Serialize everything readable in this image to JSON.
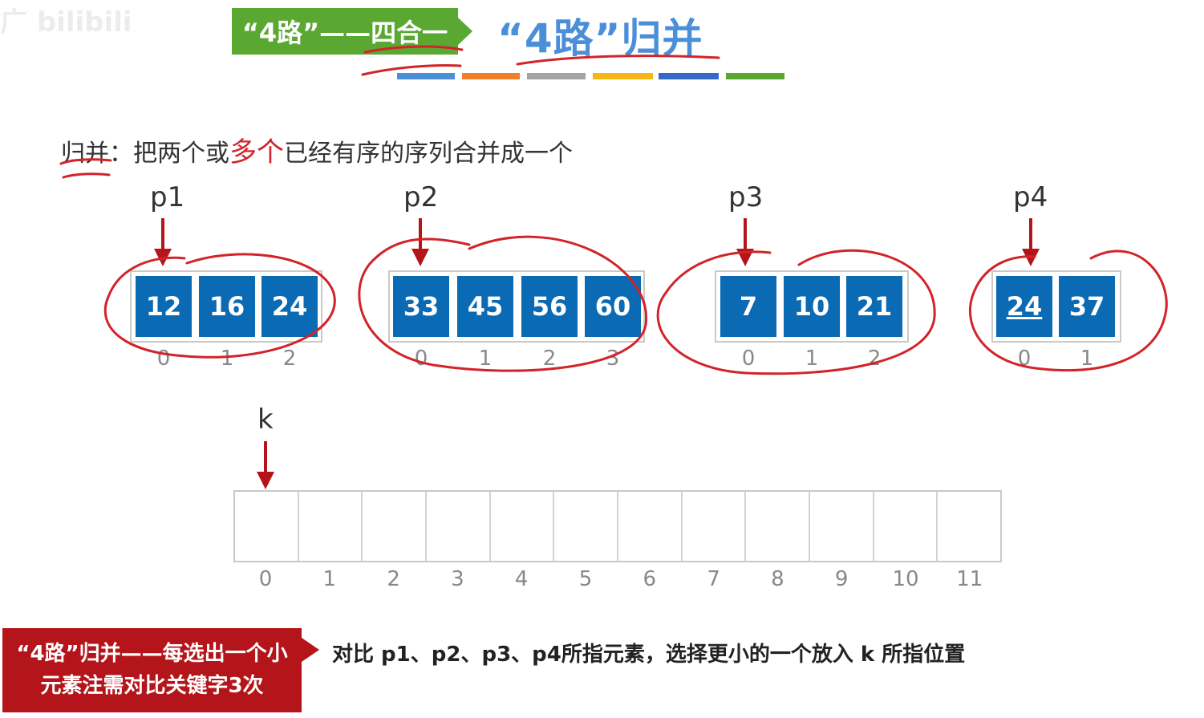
{
  "watermark": "广 bilibili",
  "header": {
    "tag_label": "“4路”——四合一",
    "title": "“4路”归并",
    "color_bar": [
      "#4a8fd8",
      "#f07f2a",
      "#a3a3a3",
      "#f5b712",
      "#3569c8",
      "#5aa832"
    ]
  },
  "definition": {
    "term": "归并",
    "colon": "：",
    "before": "把两个或",
    "highlight": "多个",
    "after": "已经有序的序列合并成一个"
  },
  "sequences": [
    {
      "pointer": "p1",
      "values": [
        "12",
        "16",
        "24"
      ],
      "indices": [
        "0",
        "1",
        "2"
      ]
    },
    {
      "pointer": "p2",
      "values": [
        "33",
        "45",
        "56",
        "60"
      ],
      "indices": [
        "0",
        "1",
        "2",
        "3"
      ]
    },
    {
      "pointer": "p3",
      "values": [
        "7",
        "10",
        "21"
      ],
      "indices": [
        "0",
        "1",
        "2"
      ]
    },
    {
      "pointer": "p4",
      "values": [
        "24",
        "37"
      ],
      "indices": [
        "0",
        "1"
      ]
    }
  ],
  "output": {
    "pointer": "k",
    "indices": [
      "0",
      "1",
      "2",
      "3",
      "4",
      "5",
      "6",
      "7",
      "8",
      "9",
      "10",
      "11"
    ]
  },
  "callout": {
    "line1": "“4路”归并——每选出一个小",
    "line2": "元素注需对比关键字3次",
    "note": "对比 p1、p2、p3、p4所指元素，选择更小的一个放入 k 所指位置"
  },
  "colors": {
    "accent_blue": "#4a8fd8",
    "cell_blue": "#0a6ab3",
    "tag_green": "#5aa832",
    "tag_red": "#b4151b",
    "ink_red": "#d2232a"
  }
}
